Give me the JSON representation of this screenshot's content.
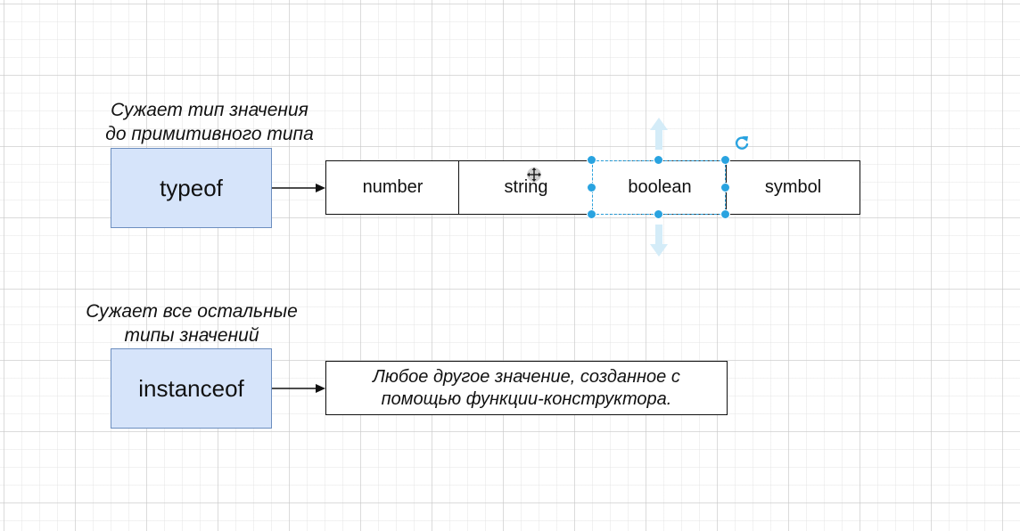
{
  "typeof_group": {
    "caption_line1": "Сужает тип значения",
    "caption_line2": "до примитивного типа",
    "operator": "typeof",
    "types": [
      "number",
      "string",
      "boolean",
      "symbol"
    ]
  },
  "instanceof_group": {
    "caption_line1": "Сужает все остальные",
    "caption_line2": "типы значений",
    "operator": "instanceof",
    "note_line1": "Любое другое значение, созданное с",
    "note_line2": "помощью функции-конструктора."
  },
  "colors": {
    "operator_fill": "#d6e4fa",
    "operator_stroke": "#6c8ebf",
    "selection": "#29a3e0"
  },
  "icons": [
    "move-cursor-icon",
    "rotate-icon",
    "arrow-up-icon",
    "arrow-down-icon"
  ]
}
